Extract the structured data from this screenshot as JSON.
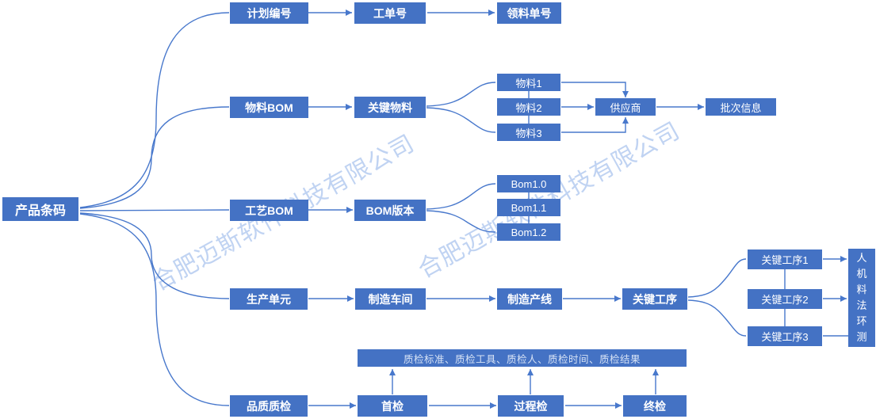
{
  "watermark": {
    "text": "合肥迈斯软件科技有限公司"
  },
  "colors": {
    "node_fill": "#4472C4",
    "line": "#4878CC",
    "bar_text": "#D6E2F5",
    "watermark": "#9DBBE9"
  },
  "root": {
    "label": "产品条码"
  },
  "plan_row": {
    "plan": "计划编号",
    "work_order": "工单号",
    "requisition": "领料单号"
  },
  "material_row": {
    "material_bom": "物料BOM",
    "key_material": "关键物料",
    "materials": [
      "物料1",
      "物料2",
      "物料3"
    ],
    "supplier": "供应商",
    "batch_info": "批次信息"
  },
  "process_bom_row": {
    "process_bom": "工艺BOM",
    "bom_version": "BOM版本",
    "versions": [
      "Bom1.0",
      "Bom1.1",
      "Bom1.2"
    ]
  },
  "production_row": {
    "production_unit": "生产单元",
    "workshop": "制造车间",
    "production_line": "制造产线",
    "key_process": "关键工序",
    "key_processes": [
      "关键工序1",
      "关键工序2",
      "关键工序3"
    ],
    "factors": "人机料法环测"
  },
  "qc_row": {
    "qc": "品质质检",
    "first_inspection": "首检",
    "process_inspection": "过程检",
    "final_inspection": "终检",
    "bar": "质检标准、质检工具、质检人、质检时间、质检结果"
  }
}
